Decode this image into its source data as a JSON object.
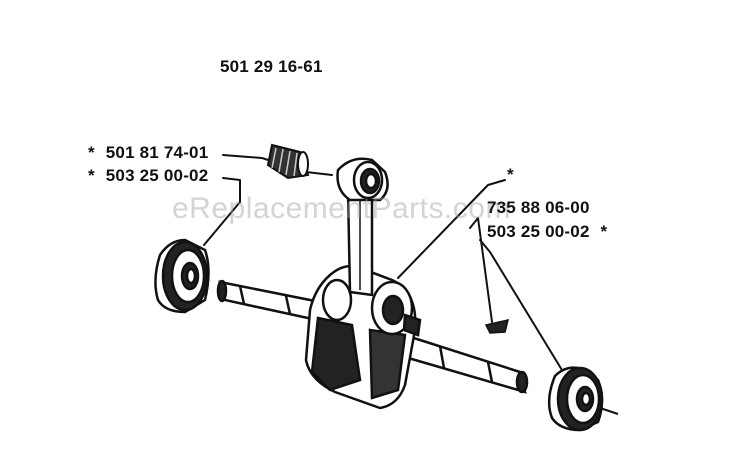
{
  "assembly_number": "501 29 16-61",
  "watermark": "eReplacementParts.com",
  "callouts": {
    "needle_bearing": {
      "marker": "*",
      "part": "501 81 74-01"
    },
    "left_bearing": {
      "marker": "*",
      "part": "503 25 00-02"
    },
    "crankshaft": {
      "marker": "*"
    },
    "key": {
      "part": "735 88 06-00"
    },
    "right_bearing": {
      "part": "503 25 00-02",
      "marker": "*"
    }
  }
}
